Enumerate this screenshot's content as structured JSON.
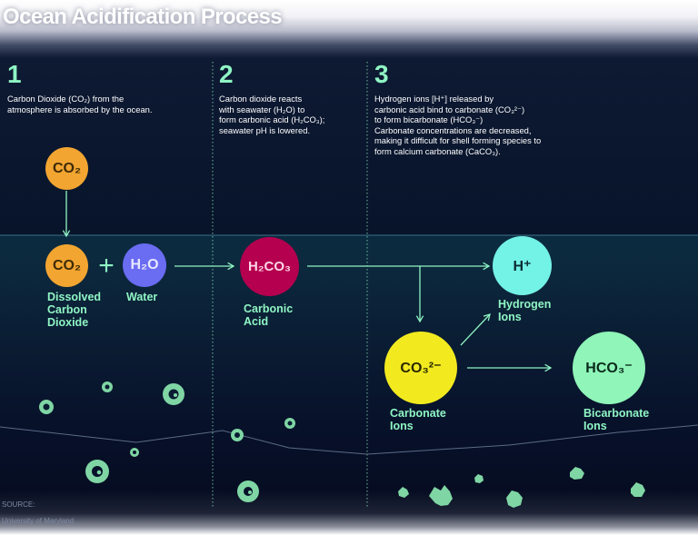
{
  "title": "Ocean Acidification Process",
  "steps": [
    {
      "number": "1",
      "text": "Carbon Dioxide (CO₂) from the\natmosphere is absorbed by the ocean."
    },
    {
      "number": "2",
      "text": "Carbon dioxide reacts\nwith seawater (H₂O) to\nform carbonic acid (H₂CO₃);\nseawater pH is lowered."
    },
    {
      "number": "3",
      "text": "Hydrogen ions [H⁺] released by\ncarbonic acid bind to carbonate (CO₃²⁻)\nto form bicarbonate (HCO₃⁻)\nCarbonate concentrations are decreased,\nmaking it difficult for shell forming species to\nform calcium carbonate (CaCO₃)."
    }
  ],
  "molecules": {
    "co2_air": "CO₂",
    "co2_dissolved": "CO₂",
    "water": "H₂O",
    "carbonic_acid": "H₂CO₃",
    "hydrogen": "H⁺",
    "carbonate": "CO₃²⁻",
    "bicarbonate": "HCO₃⁻"
  },
  "plus_sign": "+",
  "labels": {
    "dissolved_co2": "Dissolved\nCarbon\nDioxide",
    "water": "Water",
    "carbonic_acid": "Carbonic\nAcid",
    "hydrogen_ions": "Hydrogen\nIons",
    "carbonate_ions": "Carbonate\nIons",
    "bicarbonate_ions": "Bicarbonate\nIons"
  },
  "source": {
    "heading": "SOURCE:",
    "name": "University of Maryland"
  },
  "colors": {
    "co2": "#f2a531",
    "water": "#6a6cf2",
    "carbonic_acid": "#b5004f",
    "hydrogen": "#73f2e6",
    "carbonate": "#f2ea1f",
    "bicarbonate": "#8ff5b8",
    "accent": "#8ff5c4",
    "shell": "#7fd6a4"
  }
}
